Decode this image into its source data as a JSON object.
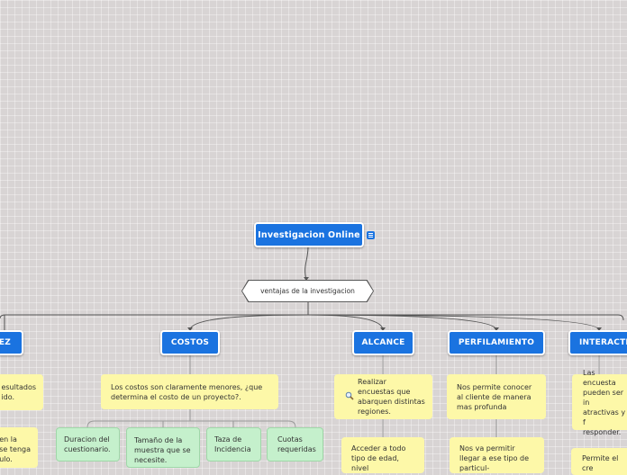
{
  "root": {
    "title": "Investigacion Online"
  },
  "hub": {
    "label": "ventajas de la investigacion"
  },
  "branches": {
    "rapidez": "EZ",
    "costos": "COSTOS",
    "alcance": "ALCANCE",
    "perfilamiento": "PERFILAMIENTO",
    "interaccion": "INTERACTI"
  },
  "notes": {
    "rapidez_1": "esultados\nido.",
    "rapidez_2": "en la\nse tenga\nulo.",
    "costos_1": "Los costos son claramente menores, ¿que determina el costo de un proyecto?.",
    "alcance_1": "Realizar encuestas que abarquen distintas regiones.",
    "alcance_2": "Acceder a todo tipo de edad, nivel",
    "perfilamiento_1": "Nos permite conocer al cliente de manera mas profunda",
    "perfilamiento_2": "Nos va permitir llegar a ese tipo de particul-",
    "interaccion_1": "Las encuesta\npueden ser in\natractivas y f\nresponder.",
    "interaccion_2": "Permite el cre"
  },
  "cost_factors": [
    "Duracion del cuestionario.",
    "Tamaño de la muestra que se necesite.",
    "Taza de Incidencia",
    "Cuotas requeridas"
  ],
  "colors": {
    "topic_blue": "#1a73e0",
    "note_yellow": "#fdf8a8",
    "sub_green": "#c5f0cc",
    "connector": "#555555"
  },
  "icons": {
    "root_note": "note-icon",
    "alcance_note": "search-icon"
  }
}
